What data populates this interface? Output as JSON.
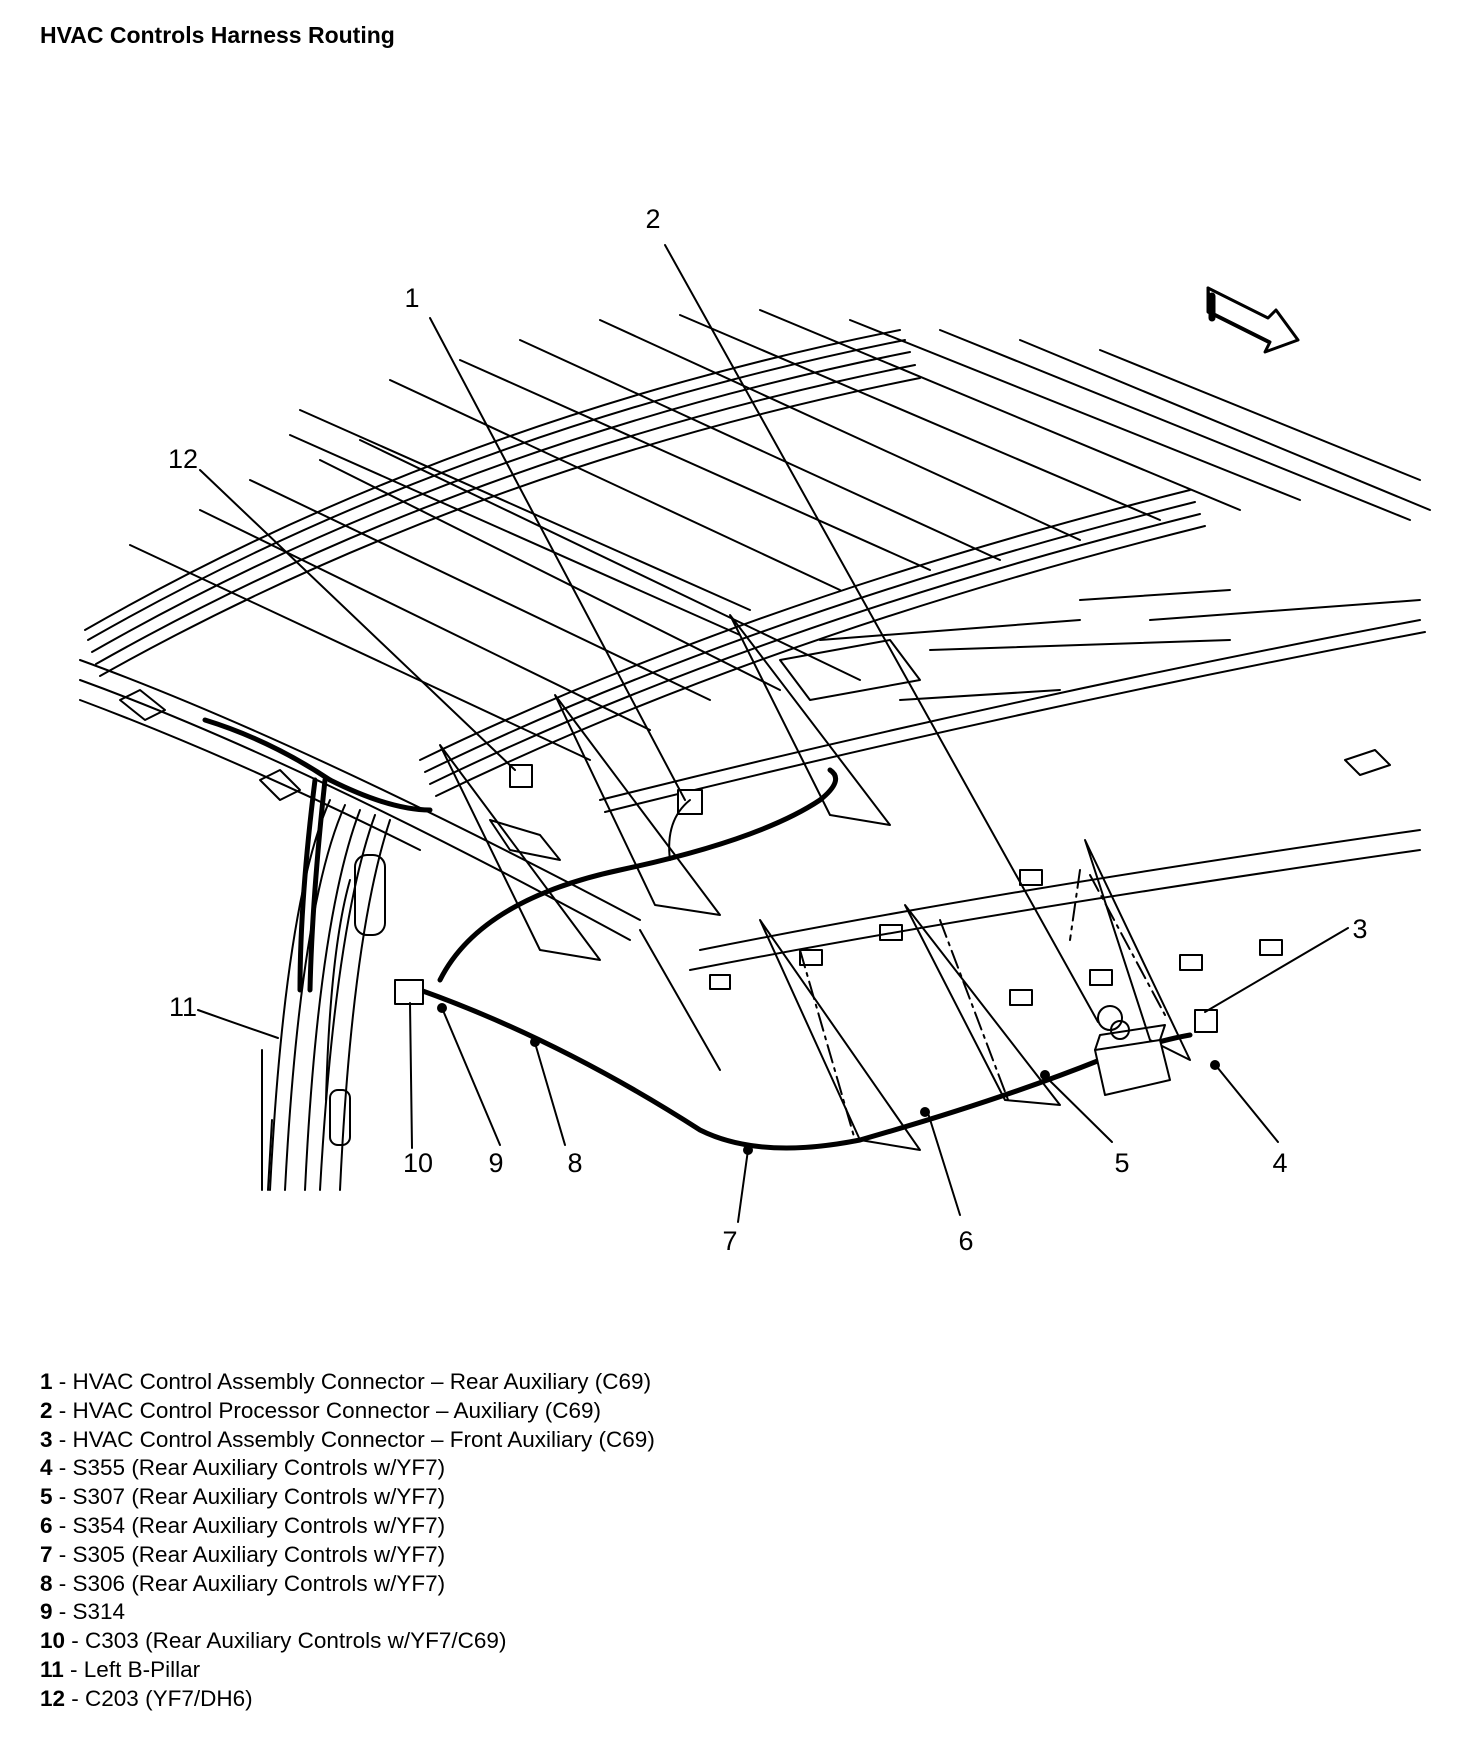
{
  "title": "HVAC Controls Harness Routing",
  "callouts": [
    {
      "n": "1"
    },
    {
      "n": "2"
    },
    {
      "n": "3"
    },
    {
      "n": "4"
    },
    {
      "n": "5"
    },
    {
      "n": "6"
    },
    {
      "n": "7"
    },
    {
      "n": "8"
    },
    {
      "n": "9"
    },
    {
      "n": "10"
    },
    {
      "n": "11"
    },
    {
      "n": "12"
    }
  ],
  "legend": [
    {
      "num": "1",
      "sep": " - ",
      "text": "HVAC Control Assembly Connector – Rear Auxiliary (C69)"
    },
    {
      "num": "2",
      "sep": " - ",
      "text": "HVAC Control Processor Connector – Auxiliary (C69)"
    },
    {
      "num": "3",
      "sep": " - ",
      "text": "HVAC Control Assembly Connector – Front Auxiliary (C69)"
    },
    {
      "num": "4",
      "sep": " - ",
      "text": "S355 (Rear Auxiliary Controls w/YF7)"
    },
    {
      "num": "5",
      "sep": " - ",
      "text": "S307 (Rear Auxiliary Controls w/YF7)"
    },
    {
      "num": "6",
      "sep": " - ",
      "text": "S354 (Rear Auxiliary Controls w/YF7)"
    },
    {
      "num": "7",
      "sep": " - ",
      "text": "S305 (Rear Auxiliary Controls w/YF7)"
    },
    {
      "num": "8",
      "sep": " - ",
      "text": "S306 (Rear Auxiliary Controls w/YF7)"
    },
    {
      "num": "9",
      "sep": " - ",
      "text": "S314"
    },
    {
      "num": "10",
      "sep": " - ",
      "text": "C303 (Rear Auxiliary Controls w/YF7/C69)"
    },
    {
      "num": "11",
      "sep": " - ",
      "text": "Left B-Pillar"
    },
    {
      "num": "12",
      "sep": " - ",
      "text": "C203 (YF7/DH6)"
    }
  ]
}
